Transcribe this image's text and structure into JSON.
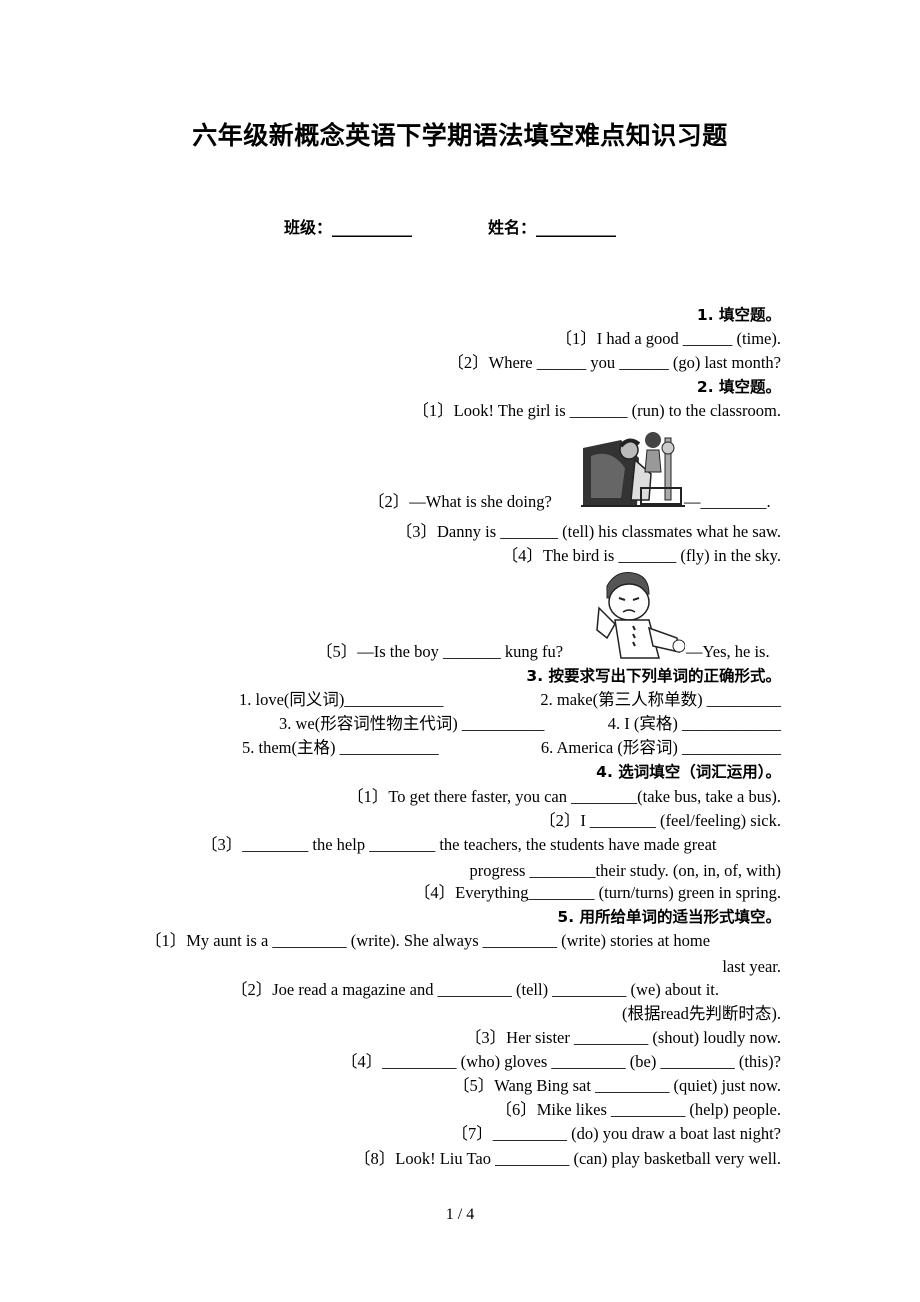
{
  "title": "六年级新概念英语下学期语法填空难点知识习题",
  "info": {
    "class_label": "班级：",
    "class_blank": "__________",
    "name_label": "姓名：",
    "name_blank": "__________"
  },
  "sections": {
    "s1": {
      "heading": "1. 填空题。",
      "q1": "〔1〕I had a good ______ (time).",
      "q2": "〔2〕Where ______ you ______ (go) last month?"
    },
    "s2": {
      "heading": "2. 填空题。",
      "q1": "〔1〕Look! The girl is _______ (run) to the classroom.",
      "q2_pre": "〔2〕—What is she doing?",
      "q2_post": "—________.",
      "q3": "〔3〕Danny is _______ (tell) his classmates what he saw.",
      "q4": "〔4〕The bird is _______ (fly) in the sky.",
      "q5_pre": "〔5〕—Is the boy _______ kung fu?",
      "q5_post": "—Yes, he is."
    },
    "s3": {
      "heading": "3. 按要求写出下列单词的正确形式。",
      "i1": "1. love(同义词)____________",
      "i2": "2. make(第三人称单数) _________",
      "i3": "3. we(形容词性物主代词) __________",
      "i4": "4. I (宾格) ____________",
      "i5": "5. them(主格) ____________",
      "i6": "6. America (形容词) ____________"
    },
    "s4": {
      "heading": "4. 选词填空（词汇运用）。",
      "q1": "〔1〕To get there faster, you can ________(take bus, take a bus).",
      "q2": "〔2〕I ________ (feel/feeling) sick.",
      "q3a": "〔3〕________ the help ________ the teachers, the students have made great",
      "q3b": "progress ________their study. (on, in, of, with)",
      "q4": "〔4〕Everything________ (turn/turns) green in spring."
    },
    "s5": {
      "heading": "5. 用所给单词的适当形式填空。",
      "q1a": "〔1〕My aunt is a _________ (write). She always _________ (write) stories at home",
      "q1b": "last year.",
      "q2a": "〔2〕Joe read a magazine and _________ (tell) _________ (we) about it.",
      "q2b": "(根据read先判断时态).",
      "q3": "〔3〕Her sister _________ (shout) loudly now.",
      "q4": "〔4〕_________ (who) gloves _________ (be) _________ (this)?",
      "q5": "〔5〕Wang Bing sat _________ (quiet) just now.",
      "q6": "〔6〕Mike likes _________ (help) people.",
      "q7": "〔7〕_________ (do) you draw a boat last night?",
      "q8": "〔8〕Look! Liu Tao _________ (can) play basketball very well."
    }
  },
  "footer": "1 / 4"
}
